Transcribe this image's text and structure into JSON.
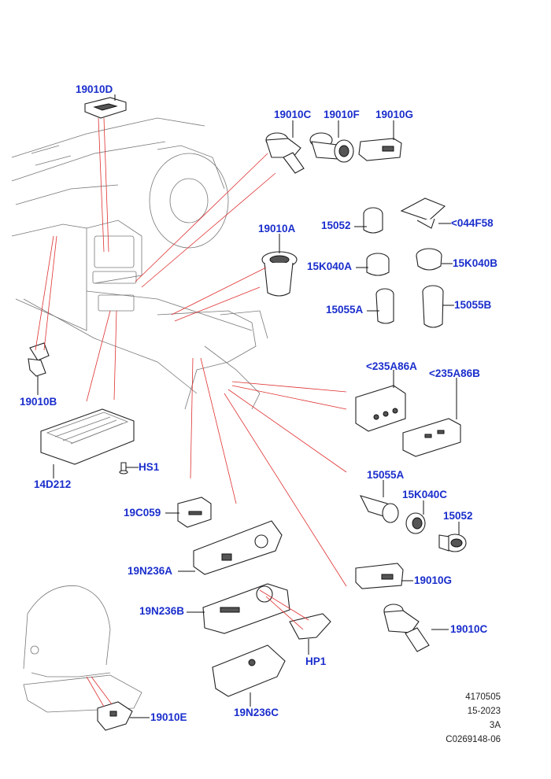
{
  "callouts": {
    "c19010D": "19010D",
    "c19010C_top": "19010C",
    "c19010F": "19010F",
    "c19010G_top": "19010G",
    "c15052_top": "15052",
    "c044F58": "<044F58",
    "c19010A": "19010A",
    "c15K040A": "15K040A",
    "c15K040B": "15K040B",
    "c15055A_top": "15055A",
    "c15055B": "15055B",
    "c19010B": "19010B",
    "c235A86A": "<235A86A",
    "c235A86B": "<235A86B",
    "cHS1": "HS1",
    "c14D212": "14D212",
    "c15055A_mid": "15055A",
    "c15K040C": "15K040C",
    "c15052_mid": "15052",
    "c19C059": "19C059",
    "c19N236A": "19N236A",
    "c19010G_bot": "19010G",
    "c19N236B": "19N236B",
    "c19010C_bot": "19010C",
    "cHP1": "HP1",
    "c19N236C": "19N236C",
    "c19010E": "19010E"
  },
  "meta": {
    "line1": "4170505",
    "line2": "15-2023",
    "line3": "3A",
    "line4": "C0269148-06"
  },
  "colors": {
    "callout": "#1a2ecc",
    "leader": "#e03030",
    "line": "#222222"
  }
}
